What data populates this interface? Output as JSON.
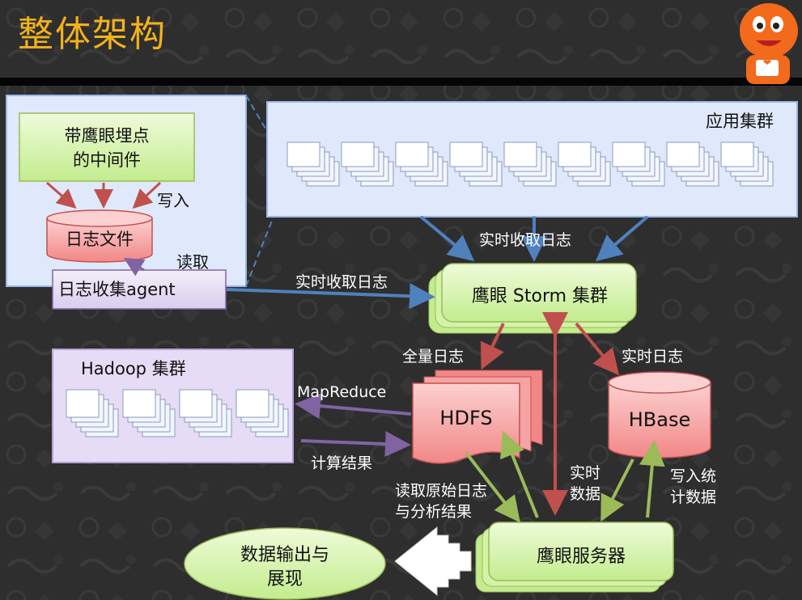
{
  "title": "整体架构",
  "nodes": {
    "middleware": [
      "带鹰眼埋点",
      "的中间件"
    ],
    "log_file": "日志文件",
    "log_agent": "日志收集agent",
    "app_cluster": "应用集群",
    "storm_cluster": "鹰眼 Storm 集群",
    "hadoop_cluster": "Hadoop 集群",
    "hdfs": "HDFS",
    "hbase": "HBase",
    "eagle_server": "鹰眼服务器",
    "output": [
      "数据输出与",
      "展现"
    ]
  },
  "edge_labels": {
    "write": "写入",
    "read": "读取",
    "realtime_collect_top": "实时收取日志",
    "realtime_collect_left": "实时收取日志",
    "full_log": "全量日志",
    "realtime_log": "实时日志",
    "mapreduce": "MapReduce",
    "compute_result": "计算结果",
    "read_raw": [
      "读取原始日志",
      "与分析结果"
    ],
    "realtime_data": [
      "实时",
      "数据"
    ],
    "write_stats": [
      "写入统",
      "计数据"
    ]
  },
  "colors": {
    "title": "#f2b21c",
    "cluster_panel": "#dfe9fb",
    "green_node": "#d8f5b0",
    "pink_node": "#f7a9a9",
    "hadoop_panel": "#e6dcf5",
    "blue_arrow": "#4f81bd",
    "red_arrow": "#c0504d",
    "green_arrow": "#9bbb59",
    "purple_arrow": "#8064a2"
  }
}
